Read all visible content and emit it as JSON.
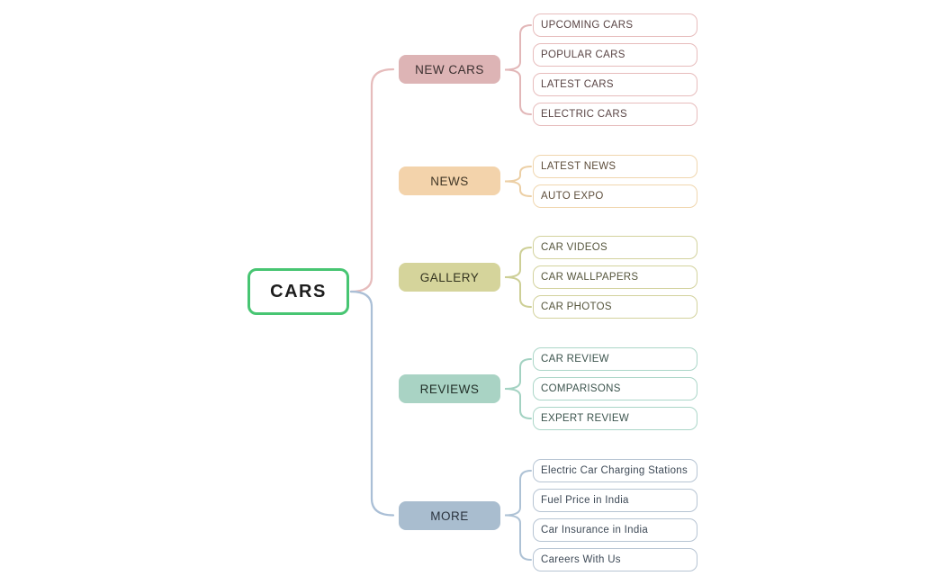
{
  "diagram": {
    "type": "mindmap",
    "root": {
      "label": "CARS",
      "border_color": "#47c572",
      "fill": "#ffffff"
    },
    "branches": [
      {
        "label": "NEW CARS",
        "color": "#ddb4b5",
        "line_color": "#e2b7b8",
        "children": [
          "UPCOMING CARS",
          "POPULAR CARS",
          "LATEST CARS",
          "ELECTRIC CARS"
        ]
      },
      {
        "label": "NEWS",
        "color": "#f3d3ab",
        "line_color": "#eccfa5",
        "children": [
          "LATEST NEWS",
          "AUTO EXPO"
        ]
      },
      {
        "label": "GALLERY",
        "color": "#d5d49b",
        "line_color": "#cdcf96",
        "children": [
          "CAR VIDEOS",
          "CAR WALLPAPERS",
          "CAR PHOTOS"
        ]
      },
      {
        "label": "REVIEWS",
        "color": "#a9d3c4",
        "line_color": "#a3d2c2",
        "children": [
          "CAR REVIEW",
          "COMPARISONS",
          "EXPERT REVIEW"
        ]
      },
      {
        "label": "MORE",
        "color": "#a9bdcf",
        "line_color": "#aec2d5",
        "children": [
          "Electric Car Charging Stations",
          "Fuel Price in India",
          "Car Insurance in India",
          "Careers With Us"
        ]
      }
    ],
    "trunk_colors": {
      "upper": "#e6bcbc",
      "lower": "#aabfd6"
    }
  }
}
